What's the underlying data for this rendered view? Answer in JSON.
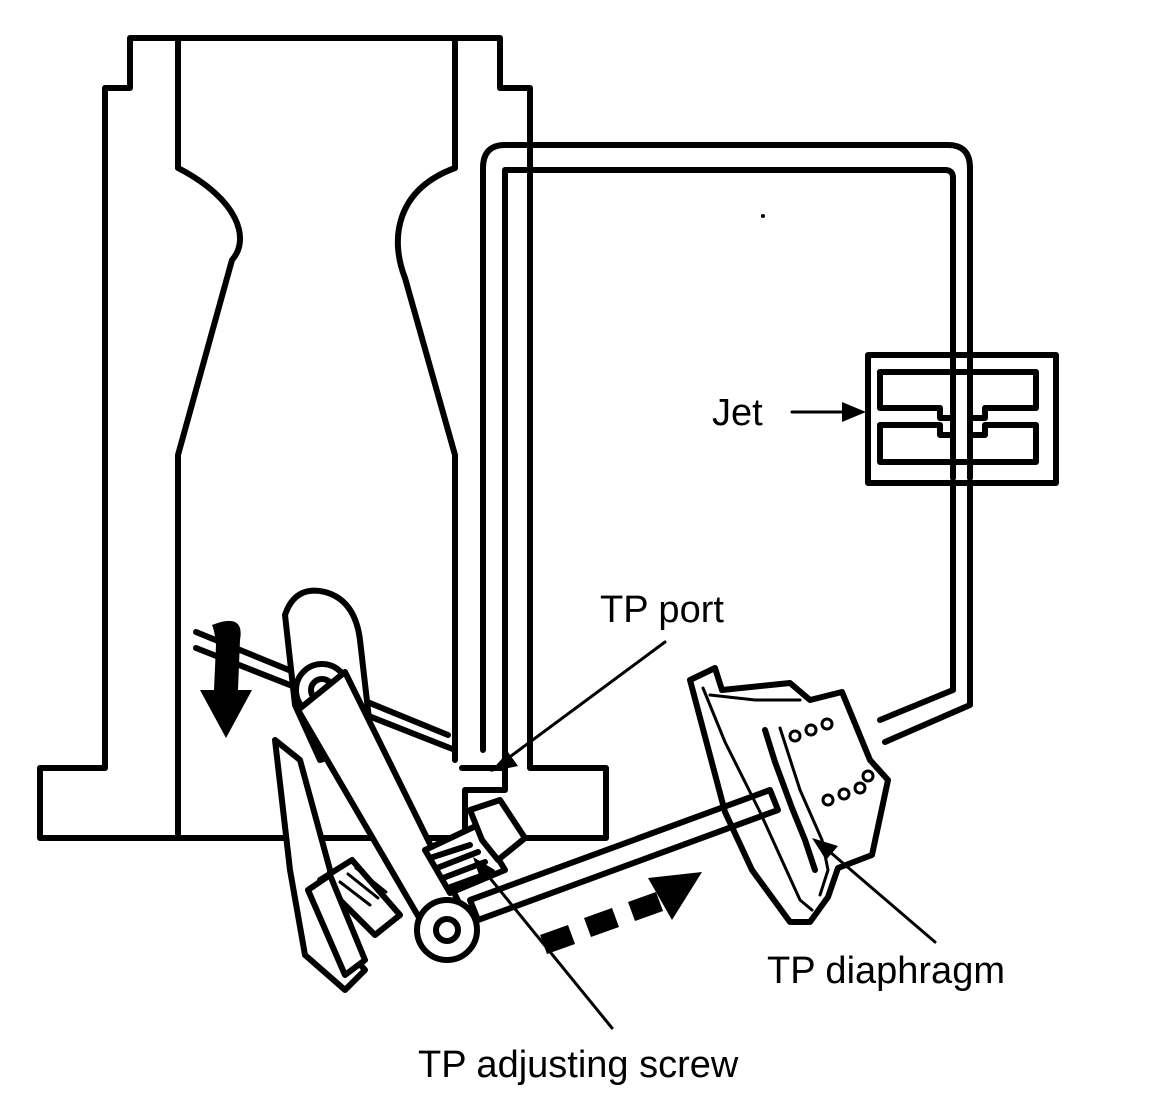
{
  "labels": {
    "jet": "Jet",
    "tp_port": "TP port",
    "tp_diaphragm": "TP diaphragm",
    "tp_adjusting_screw": "TP adjusting screw"
  },
  "colors": {
    "line": "#000000",
    "background": "#ffffff"
  }
}
